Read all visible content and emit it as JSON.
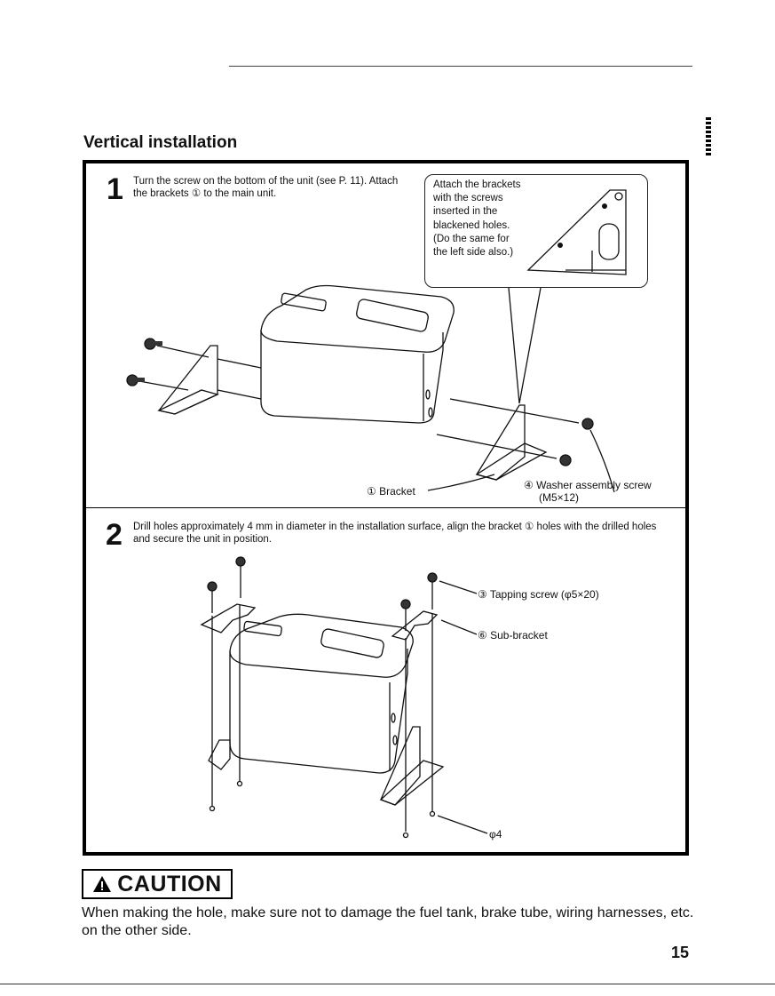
{
  "section": {
    "title": "Vertical installation"
  },
  "step1": {
    "number": "1",
    "text": "Turn the screw on the bottom of the unit (see P. 11). Attach the brackets ① to the main unit.",
    "callout": "Attach the brackets with the screws inserted in the blackened holes. (Do the same for the left side also.)",
    "labels": {
      "bracket": "① Bracket",
      "washer_screw": "④ Washer assembly screw",
      "washer_size": "(M5×12)"
    }
  },
  "step2": {
    "number": "2",
    "text": "Drill holes approximately 4 mm in diameter in the installation surface, align the bracket ① holes with the drilled holes and secure the unit in position.",
    "labels": {
      "tapping_screw": "③ Tapping screw (φ5×20)",
      "sub_bracket": "⑥ Sub-bracket",
      "hole_diameter": "φ4"
    }
  },
  "caution": {
    "icon": "warning-triangle-icon",
    "heading": "CAUTION",
    "text": "When making the hole, make sure not to damage the fuel tank, brake tube, wiring harnesses, etc. on the other side."
  },
  "page": {
    "number": "15"
  }
}
